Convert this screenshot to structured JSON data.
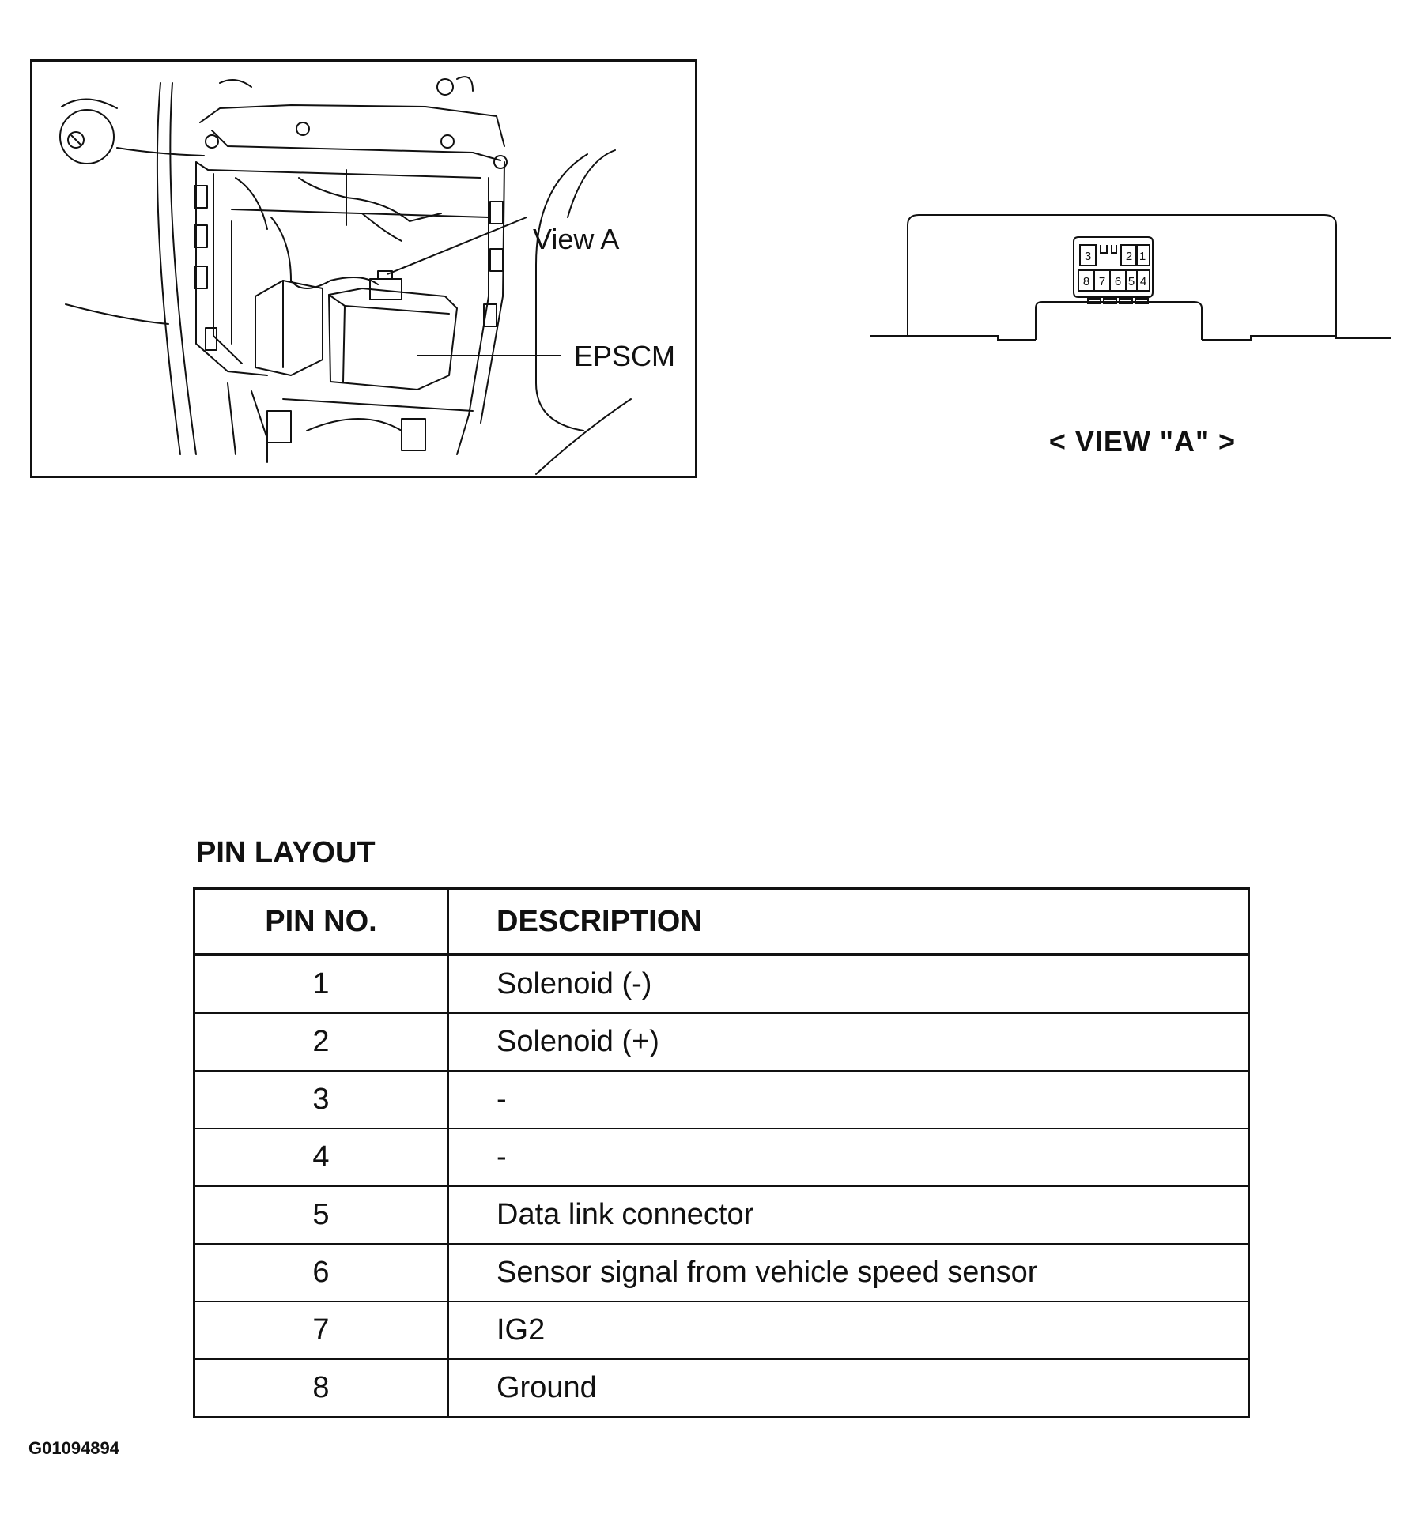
{
  "figure_a": {
    "label_view_a": "View A",
    "label_epscm": "EPSCM"
  },
  "figure_b": {
    "caption": "< VIEW \"A\" >",
    "connector_pins_top": [
      "3",
      "2",
      "1"
    ],
    "connector_pins_bottom": [
      "8",
      "7",
      "6",
      "5",
      "4"
    ]
  },
  "pin_layout": {
    "title": "PIN LAYOUT",
    "headers": {
      "pin": "PIN NO.",
      "description": "DESCRIPTION"
    },
    "rows": [
      {
        "pin": "1",
        "description": "Solenoid (-)"
      },
      {
        "pin": "2",
        "description": "Solenoid (+)"
      },
      {
        "pin": "3",
        "description": "-"
      },
      {
        "pin": "4",
        "description": "-"
      },
      {
        "pin": "5",
        "description": "Data link connector"
      },
      {
        "pin": "6",
        "description": "Sensor signal from vehicle speed sensor"
      },
      {
        "pin": "7",
        "description": "IG2"
      },
      {
        "pin": "8",
        "description": "Ground"
      }
    ]
  },
  "figure_code": "G01094894"
}
